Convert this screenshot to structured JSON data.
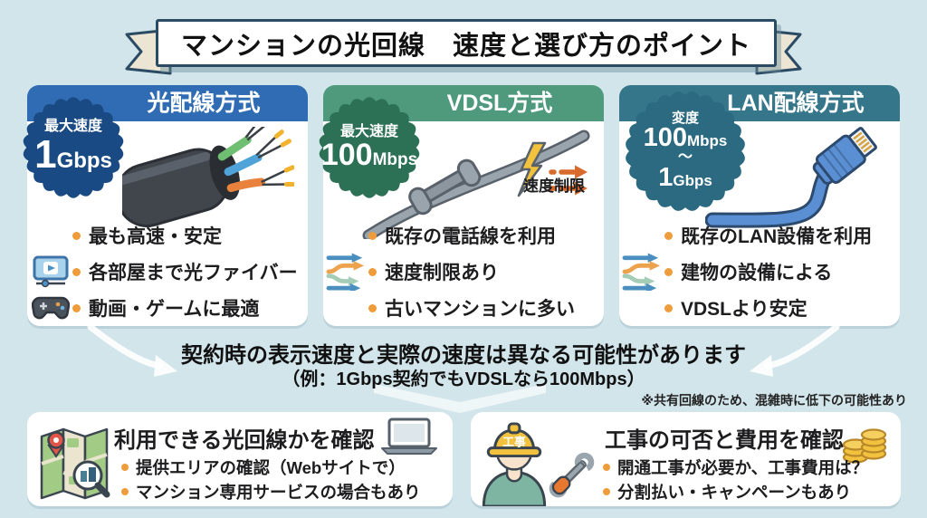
{
  "title": "マンションの光回線　速度と選び方のポイント",
  "colors": {
    "bg": "#d2e5eb",
    "navy_outline": "#2b4a63",
    "ribbon_cream": "#ece5d3",
    "card1_header": "#2f6cb3",
    "card1_badge": "#1a4a84",
    "card2_header": "#4f9a7d",
    "card2_badge": "#2c7156",
    "card3_header": "#35768b",
    "card3_badge": "#2b6a80",
    "accent_orange": "#ef9d3c",
    "ink": "#1d1d1f"
  },
  "method_cards": [
    {
      "header": "光配線方式",
      "badge": {
        "label": "最大速度",
        "num1": "1",
        "unit1": "Gbps"
      },
      "illustration": "fiber-optic-cable",
      "bullets": [
        {
          "text": "最も高速・安定"
        },
        {
          "icon": "video-player-icon",
          "text": "各部屋まで光ファイバー"
        },
        {
          "icon": "game-controller-icon",
          "text": "動画・ゲームに最適"
        }
      ]
    },
    {
      "header": "VDSL方式",
      "badge": {
        "label": "最大速度",
        "num1": "100",
        "unit1": "Mbps"
      },
      "illustration": "phone-line-speed-limit",
      "illustration_label": "速度制限",
      "bullets": [
        {
          "text": "既存の電話線を利用"
        },
        {
          "icon": "speed-arrows-icon",
          "text": "速度制限あり"
        },
        {
          "text": "古いマンションに多い"
        }
      ]
    },
    {
      "header": "LAN配線方式",
      "badge": {
        "label": "変度",
        "num1": "100",
        "unit1": "Mbps",
        "separator": "〜",
        "num2": "1",
        "unit2": "Gbps"
      },
      "illustration": "lan-cable",
      "bullets": [
        {
          "text": "既存のLAN設備を利用"
        },
        {
          "icon": "speed-arrows-icon",
          "text": "建物の設備による"
        },
        {
          "text": "VDSLより安定"
        }
      ]
    }
  ],
  "notice": {
    "line1": "契約時の表示速度と実際の速度は異なる可能性があります",
    "line2": "（例：1Gbps契約でもVDSLなら100Mbps）",
    "footnote": "※共有回線のため、混雑時に低下の可能性あり"
  },
  "check_cards": [
    {
      "title": "利用できる光回線かを確認",
      "icons": [
        "map-icon",
        "laptop-icon"
      ],
      "bullets": [
        {
          "text": "提供エリアの確認（Webサイトで）"
        },
        {
          "text": "マンション専用サービスの場合もあり"
        }
      ]
    },
    {
      "title": "工事の可否と費用を確認",
      "helmet_label": "工事",
      "icons": [
        "construction-worker-icon",
        "crossed-tools-icon",
        "coins-icon"
      ],
      "bullets": [
        {
          "text": "開通工事が必要か、工事費用は？"
        },
        {
          "text": "分割払い・キャンペーンもあり"
        }
      ]
    }
  ]
}
